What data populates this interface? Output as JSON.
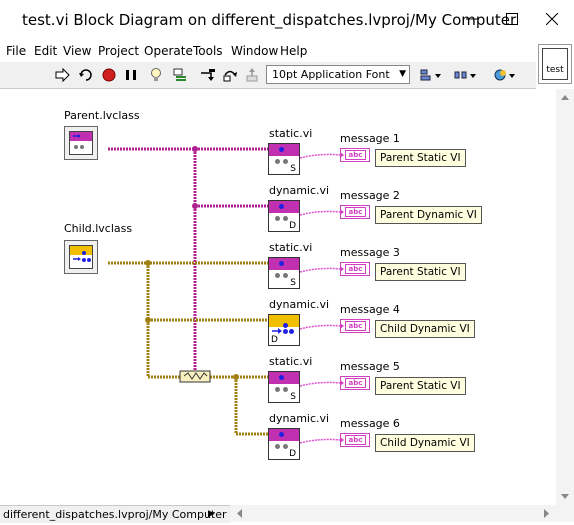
{
  "window": {
    "title": "test.vi Block Diagram on different_dispatches.lvproj/My Computer",
    "minimize_icon": "minimize-icon",
    "maximize_icon": "maximize-icon",
    "close_icon": "close-icon"
  },
  "menu": [
    "File",
    "Edit",
    "View",
    "Project",
    "Operate",
    "Tools",
    "Window",
    "Help"
  ],
  "toolbar": {
    "font": "10pt Application Font"
  },
  "vi_icon": {
    "label": "test"
  },
  "status": {
    "context": "different_dispatches.lvproj/My Computer"
  },
  "diagram": {
    "constants": [
      {
        "label": "Parent.lvclass",
        "band_color": "#c030b0"
      },
      {
        "label": "Child.lvclass",
        "band_color": "#f0c000"
      }
    ],
    "subvis": [
      {
        "label": "static.vi",
        "letter": "S",
        "band_color": "#c030b0"
      },
      {
        "label": "dynamic.vi",
        "letter": "D",
        "band_color": "#c030b0"
      },
      {
        "label": "static.vi",
        "letter": "S",
        "band_color": "#c030b0"
      },
      {
        "label": "dynamic.vi",
        "letter": "D",
        "band_color": "#f0c000"
      },
      {
        "label": "static.vi",
        "letter": "S",
        "band_color": "#c030b0"
      },
      {
        "label": "dynamic.vi",
        "letter": "D",
        "band_color": "#c030b0"
      }
    ],
    "indicators": [
      {
        "label": "message 1",
        "value": "Parent Static VI"
      },
      {
        "label": "message 2",
        "value": "Parent Dynamic VI"
      },
      {
        "label": "message 3",
        "value": "Parent Static VI"
      },
      {
        "label": "message 4",
        "value": "Child Dynamic VI"
      },
      {
        "label": "message 5",
        "value": "Parent Static VI"
      },
      {
        "label": "message 6",
        "value": "Child Dynamic VI"
      }
    ],
    "string_terminal_text": "abc",
    "wire_colors": {
      "parent": "#b02090",
      "child": "#a08010",
      "string": "#e050d0"
    }
  }
}
